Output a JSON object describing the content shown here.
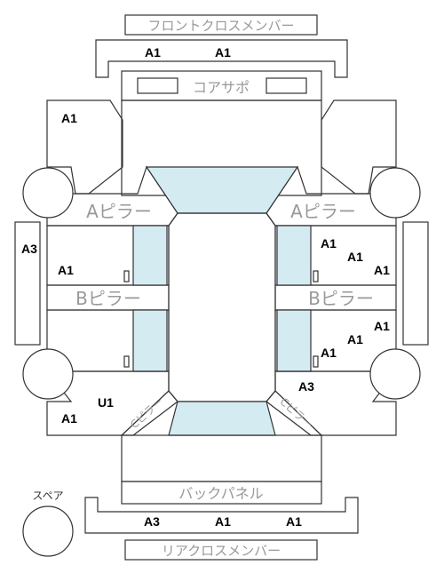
{
  "colors": {
    "line": "#333333",
    "glass": "#d4ebf2",
    "label_gray": "#999999",
    "code": "#000000"
  },
  "parts": {
    "front_cross_member": "フロントクロスメンバー",
    "core_support": "コアサポ",
    "a_pillar_left": "Aピラー",
    "a_pillar_right": "Aピラー",
    "b_pillar_left": "Bピラー",
    "b_pillar_right": "Bピラー",
    "c_pillar_left": "Cピラー",
    "c_pillar_right": "Cピラー",
    "back_panel": "バックパネル",
    "rear_cross_member": "リアクロスメンバー",
    "spare": "スペア"
  },
  "codes": {
    "front_cross_left": "A1",
    "front_cross_right": "A1",
    "front_fender_left": "A1",
    "left_sill": "A3",
    "front_door_left": "A1",
    "rear_quarter_left_1": "U1",
    "rear_quarter_left_2": "A1",
    "front_door_right_1": "A1",
    "front_door_right_2": "A1",
    "front_door_right_3": "A1",
    "rear_door_right_1": "A1",
    "rear_door_right_2": "A1",
    "rear_door_right_3": "A1",
    "rear_quarter_right": "A3",
    "rear_cross_1": "A3",
    "rear_cross_2": "A1",
    "rear_cross_3": "A1"
  }
}
